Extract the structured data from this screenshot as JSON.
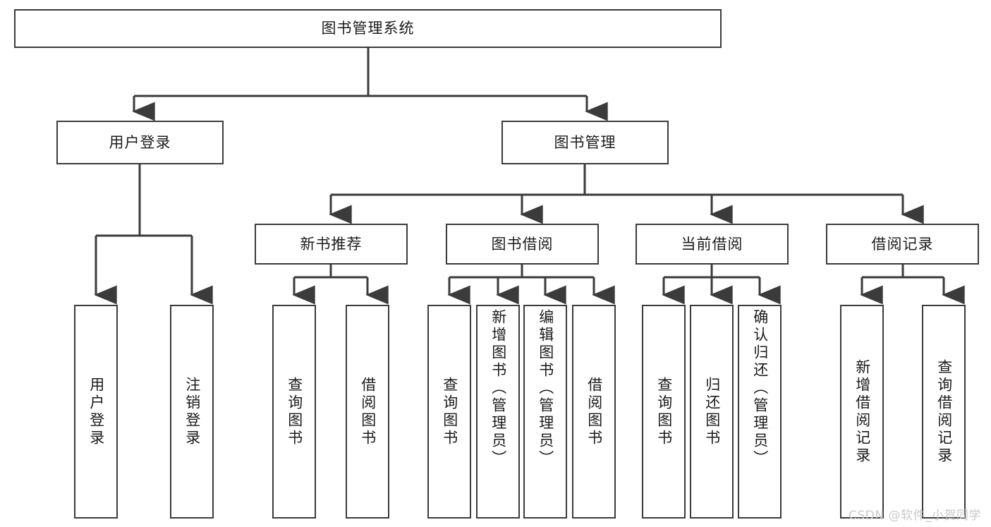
{
  "diagram": {
    "title": "图书管理系统",
    "type": "hierarchy-tree",
    "root": {
      "label": "图书管理系统"
    },
    "level1": [
      {
        "label": "用户登录"
      },
      {
        "label": "图书管理"
      }
    ],
    "level2": [
      {
        "label": "新书推荐"
      },
      {
        "label": "图书借阅"
      },
      {
        "label": "当前借阅"
      },
      {
        "label": "借阅记录"
      }
    ],
    "leaves": {
      "user_login": [
        {
          "label": "用户登录"
        },
        {
          "label": "注销登录"
        }
      ],
      "new_book_recommend": [
        {
          "label": "查询图书"
        },
        {
          "label": "借阅图书"
        }
      ],
      "book_borrow": [
        {
          "label": "查询图书"
        },
        {
          "label": "新增图书（管理员）"
        },
        {
          "label": "编辑图书（管理员）"
        },
        {
          "label": "借阅图书"
        }
      ],
      "current_borrow": [
        {
          "label": "查询图书"
        },
        {
          "label": "归还图书"
        },
        {
          "label": "确认归还（管理员）"
        }
      ],
      "borrow_record": [
        {
          "label": "新增借阅记录"
        },
        {
          "label": "查询借阅记录"
        }
      ]
    }
  },
  "watermark": {
    "text": "CSDN @软件_小贺同学"
  },
  "colors": {
    "box_border": "#3b3b3b",
    "box_fill": "#ffffff",
    "text": "#1b1b1b",
    "connector": "#3b3b3b",
    "watermark": "#c9c9c9",
    "background": "#ffffff"
  }
}
